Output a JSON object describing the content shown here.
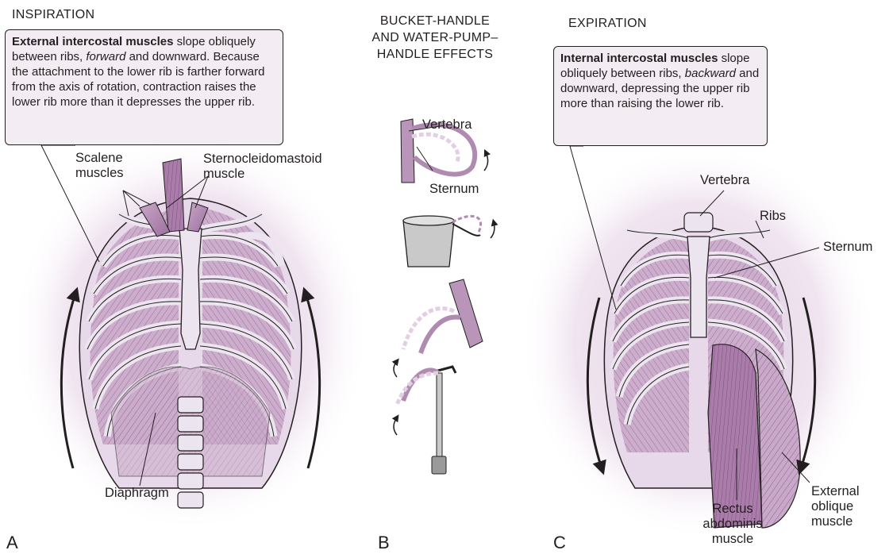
{
  "panel_a": {
    "header": "INSPIRATION",
    "callout": {
      "bold": "External intercostal muscles",
      "t1": " slope obliquely between ribs, ",
      "italic": "forward",
      "t2": " and downward. Because the attachment to the lower rib is farther forward from the axis of rotation, contraction raises the lower rib more than it depresses the upper rib."
    },
    "scalene_line1": "Scalene",
    "scalene_line2": "muscles",
    "scm_line1": "Sternocleidomastoid",
    "scm_line2": "muscle",
    "diaphragm": "Diaphragm",
    "letter": "A"
  },
  "panel_b": {
    "header_line1": "BUCKET-HANDLE",
    "header_line2": "AND WATER-PUMP–",
    "header_line3": "HANDLE  EFFECTS",
    "vertebra": "Vertebra",
    "sternum": "Sternum",
    "letter": "B"
  },
  "panel_c": {
    "header": "EXPIRATION",
    "callout": {
      "bold": "Internal intercostal muscles",
      "t1": " slope obliquely between ribs, ",
      "italic": "backward",
      "t2": " and downward, depressing the upper rib more than raising the lower rib."
    },
    "vertebra": "Vertebra",
    "ribs": "Ribs",
    "sternum": "Sternum",
    "rectus_line1": "Rectus",
    "rectus_line2": "abdominis",
    "rectus_line3": "muscle",
    "oblique_line1": "External",
    "oblique_line2": "oblique",
    "oblique_line3": "muscle",
    "letter": "C"
  },
  "colors": {
    "muscle": "#b08bb0",
    "muscle_dark": "#8e6290",
    "bone": "#ece4ee",
    "halo": "#e3cfe3",
    "callout_bg": "#f3edf3",
    "ink": "#231f20"
  }
}
